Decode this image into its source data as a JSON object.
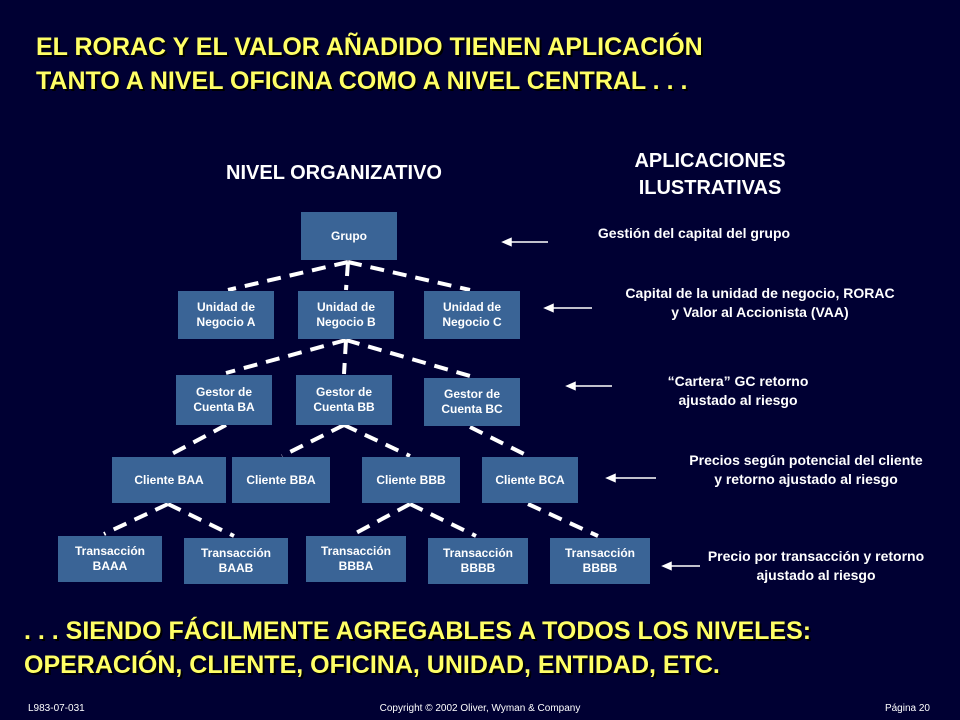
{
  "title": {
    "line1": "EL RORAC Y EL VALOR AÑADIDO TIENEN APLICACIÓN",
    "line2": "TANTO A NIVEL OFICINA COMO A NIVEL CENTRAL . . ."
  },
  "headings": {
    "nivel": "NIVEL ORGANIZATIVO",
    "aplicaciones_line1": "APLICACIONES",
    "aplicaciones_line2": "ILUSTRATIVAS"
  },
  "nodes": {
    "grupo": "Grupo",
    "unidad_a": "Unidad de Negocio A",
    "unidad_b": "Unidad de Negocio B",
    "unidad_c": "Unidad de Negocio C",
    "gestor_ba": "Gestor de Cuenta BA",
    "gestor_bb": "Gestor de Cuenta BB",
    "gestor_bc": "Gestor de Cuenta BC",
    "cliente_baa": "Cliente BAA",
    "cliente_bba": "Cliente BBA",
    "cliente_bbb": "Cliente BBB",
    "cliente_bca": "Cliente BCA",
    "trans_baaa": "Transacción BAAA",
    "trans_baab": "Transacción BAAB",
    "trans_bbba": "Transacción BBBA",
    "trans_bbbb_1": "Transacción BBBB",
    "trans_bbbb_2": "Transacción BBBB"
  },
  "applications": {
    "grupo": "Gestión del capital del grupo",
    "unidad": "Capital de la unidad de negocio, RORAC y Valor al Accionista (VAA)",
    "gestor": "“Cartera” GC retorno ajustado al riesgo",
    "cliente": "Precios según potencial del cliente y retorno ajustado al riesgo",
    "transaccion": "Precio por transacción y retorno ajustado al riesgo"
  },
  "bottom": {
    "line1": ". . . SIENDO FÁCILMENTE AGREGABLES A TODOS LOS NIVELES:",
    "line2": "OPERACIÓN, CLIENTE, OFICINA, UNIDAD, ENTIDAD, ETC."
  },
  "footer": {
    "code": "L983-07-031",
    "copyright": "Copyright © 2002 Oliver, Wyman & Company",
    "page": "Página 20"
  },
  "colors": {
    "background": "#000033",
    "title": "#ffff66",
    "box": "#3a6496",
    "text": "#ffffff"
  }
}
